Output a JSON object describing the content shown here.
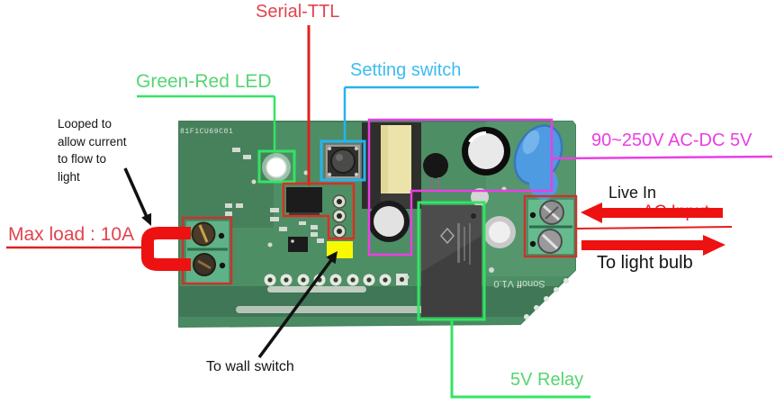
{
  "labels": {
    "serial_ttl": "Serial-TTL",
    "green_red_led": "Green-Red LED",
    "setting_switch": "Setting switch",
    "ac_dc_converter": "90~250V AC-DC 5V",
    "live_in": "Live In",
    "ac_input": "AC Input",
    "to_light_bulb": "To light bulb",
    "max_load": "Max load : 10A",
    "looped_note": "Looped to\nallow current\nto flow to\nlight",
    "to_wall_switch": "To wall switch",
    "relay": "5V Relay"
  },
  "board": {
    "silkscreen_top": "81F1CU69C01",
    "silkscreen_bottom": "Sonoff V1.0"
  },
  "colors": {
    "label_red": "#e2434e",
    "arrow_red": "#ee1111",
    "box_red": "#c8342c",
    "label_green": "#56d572",
    "box_green": "#33e463",
    "label_cyan": "#3cbcf0",
    "label_magenta": "#ea3fe3",
    "highlight_yellow": "#f8f800",
    "pcb_green": "#4e8e65"
  }
}
